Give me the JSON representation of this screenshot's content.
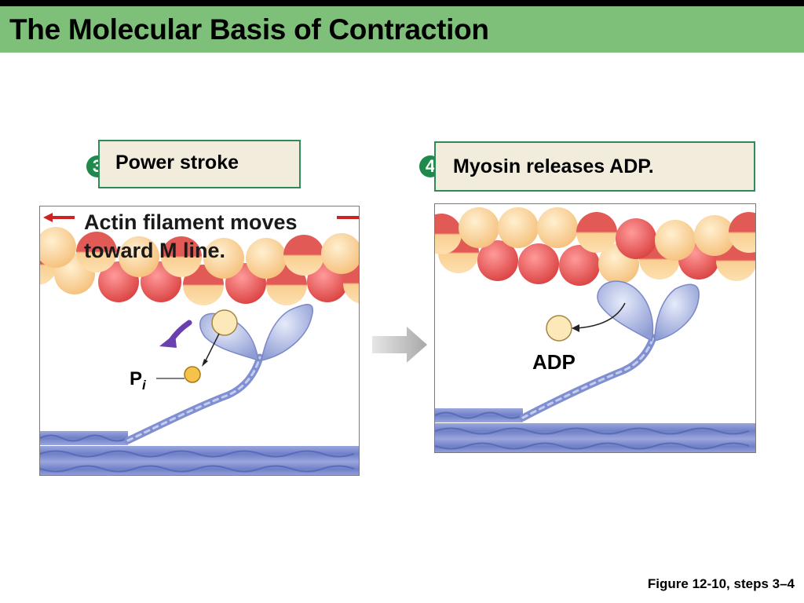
{
  "slide": {
    "title": "The Molecular Basis of Contraction",
    "figure_caption": "Figure 12-10, steps 3–4"
  },
  "steps": [
    {
      "number": "3",
      "label": "Power stroke"
    },
    {
      "number": "4",
      "label": "Myosin releases ADP."
    }
  ],
  "panel_left": {
    "annotation_line1": "Actin filament moves",
    "annotation_line2": "toward M line.",
    "phosphate_label": "P",
    "phosphate_subscript": "i"
  },
  "panel_right": {
    "adp_label": "ADP"
  },
  "colors": {
    "title_bar": "#7ec07a",
    "step_box_fill": "#f2ecdd",
    "step_box_border": "#2e8b57",
    "badge": "#1f8a4c",
    "actin_red": "#e15b5b",
    "actin_peach": "#f7c98c",
    "myosin_blue": "#b7c3ea",
    "thick_filament": "#7f8fd0",
    "arrow_red": "#cc2222",
    "arrow_purple": "#6a40b0"
  },
  "icons": [
    "next-step-arrow-icon",
    "power-stroke-arrow-icon",
    "direction-arrow-icon"
  ]
}
